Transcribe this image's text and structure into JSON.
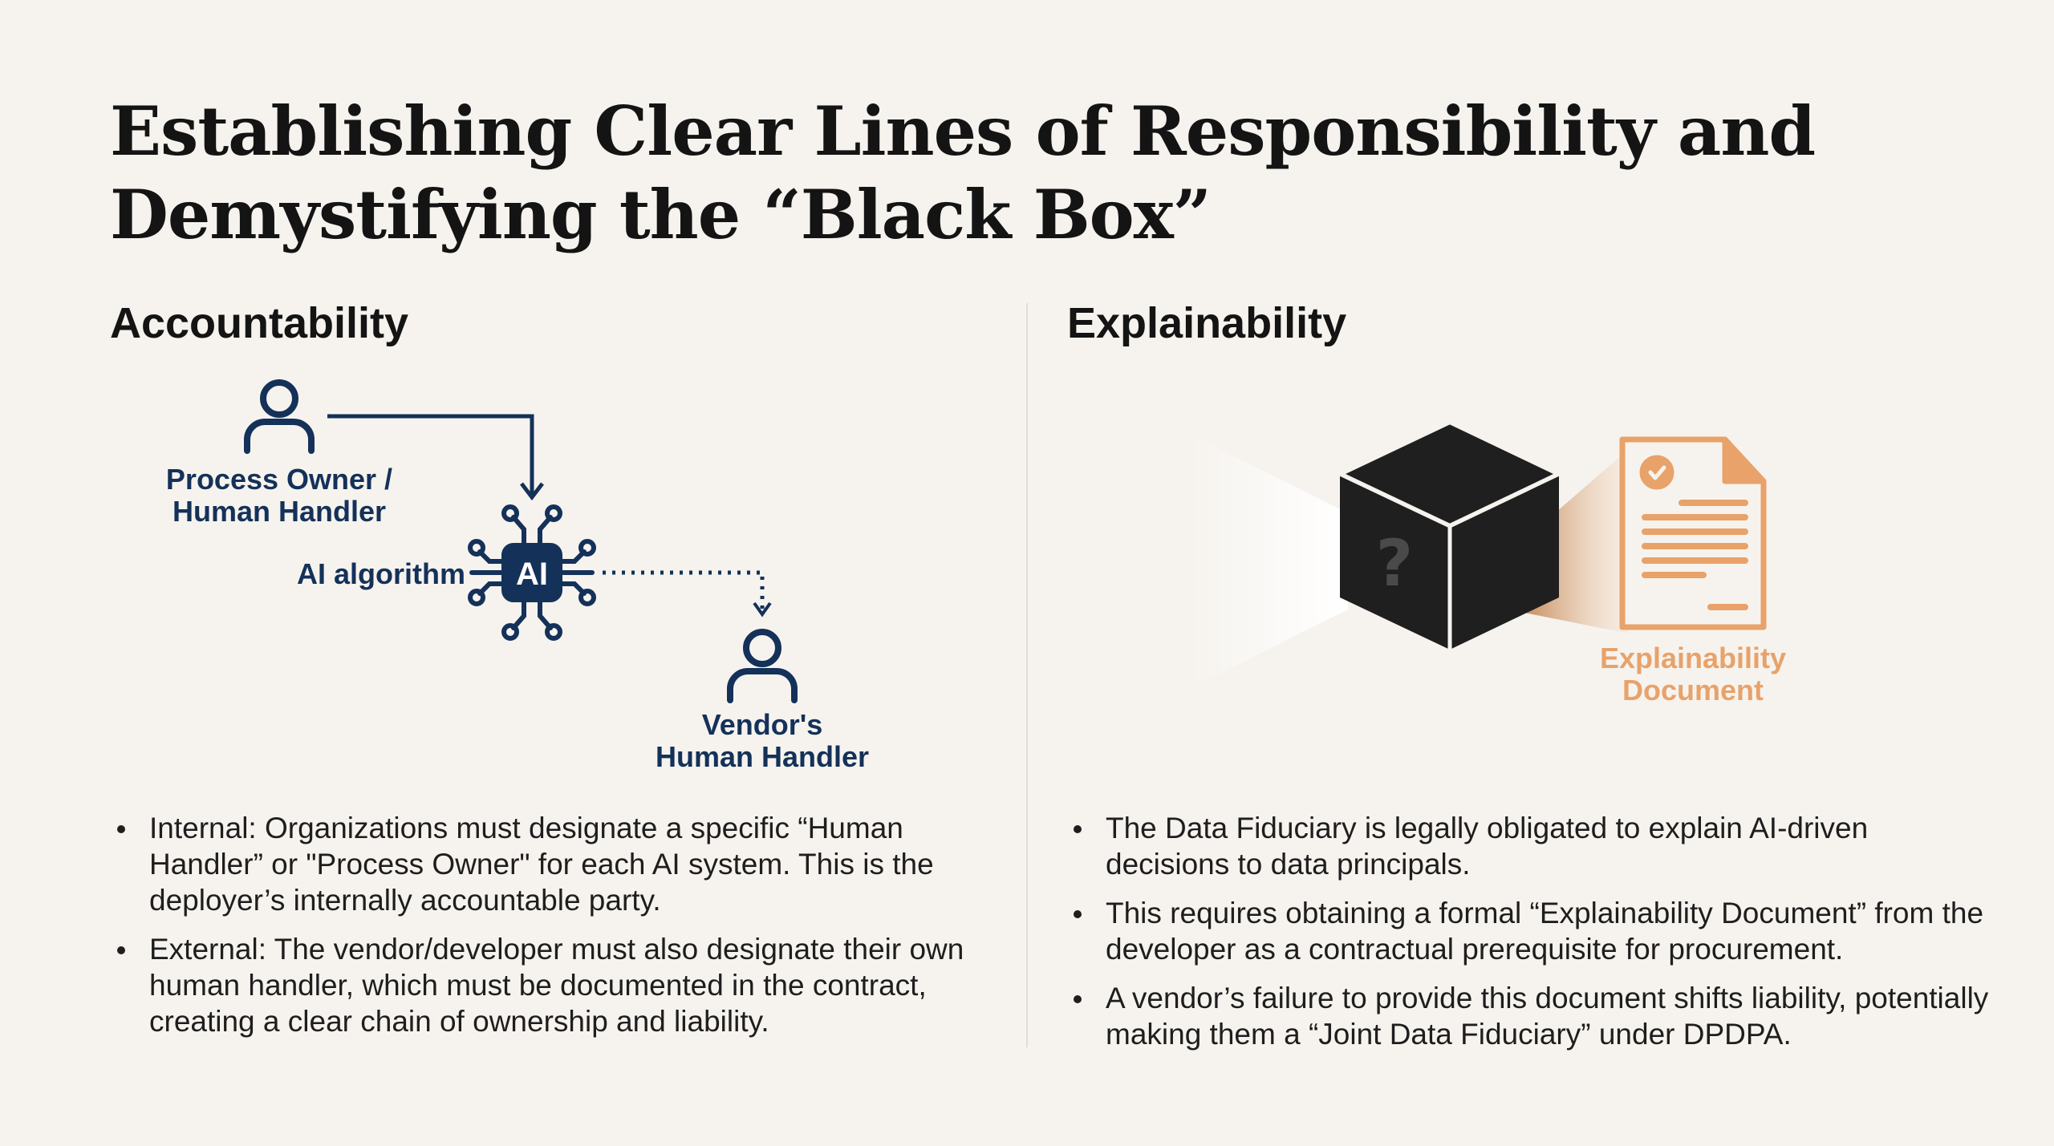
{
  "title": "Establishing Clear Lines of Responsibility and Demystifying the “Black Box”",
  "accountability": {
    "heading": "Accountability",
    "diagram": {
      "process_owner_line1": "Process Owner /",
      "process_owner_line2": "Human Handler",
      "ai_label": "AI algorithm",
      "chip_text": "AI",
      "vendor_line1": "Vendor's",
      "vendor_line2": "Human Handler"
    },
    "bullets": [
      "Internal: Organizations must designate a specific “Human Handler” or \"Process Owner\" for each AI system. This is the deployer’s internally accountable party.",
      "External: The vendor/developer must also designate their own human handler, which must be documented in the contract, creating a clear chain of ownership and liability."
    ]
  },
  "explainability": {
    "heading": "Explainability",
    "diagram": {
      "cube_symbol": "?",
      "doc_label_line1": "Explainability",
      "doc_label_line2": "Document"
    },
    "bullets": [
      "The Data Fiduciary is legally obligated to explain AI-driven decisions to data principals.",
      "This requires obtaining a formal “Explainability Document” from the developer as a contractual prerequisite for procurement.",
      "A vendor’s failure to provide this document shifts liability, potentially making them a “Joint Data Fiduciary” under DPDPA."
    ]
  },
  "colors": {
    "background": "#f6f3ee",
    "navy": "#143159",
    "orange": "#e8a26a",
    "cube": "#1f1f1f"
  }
}
